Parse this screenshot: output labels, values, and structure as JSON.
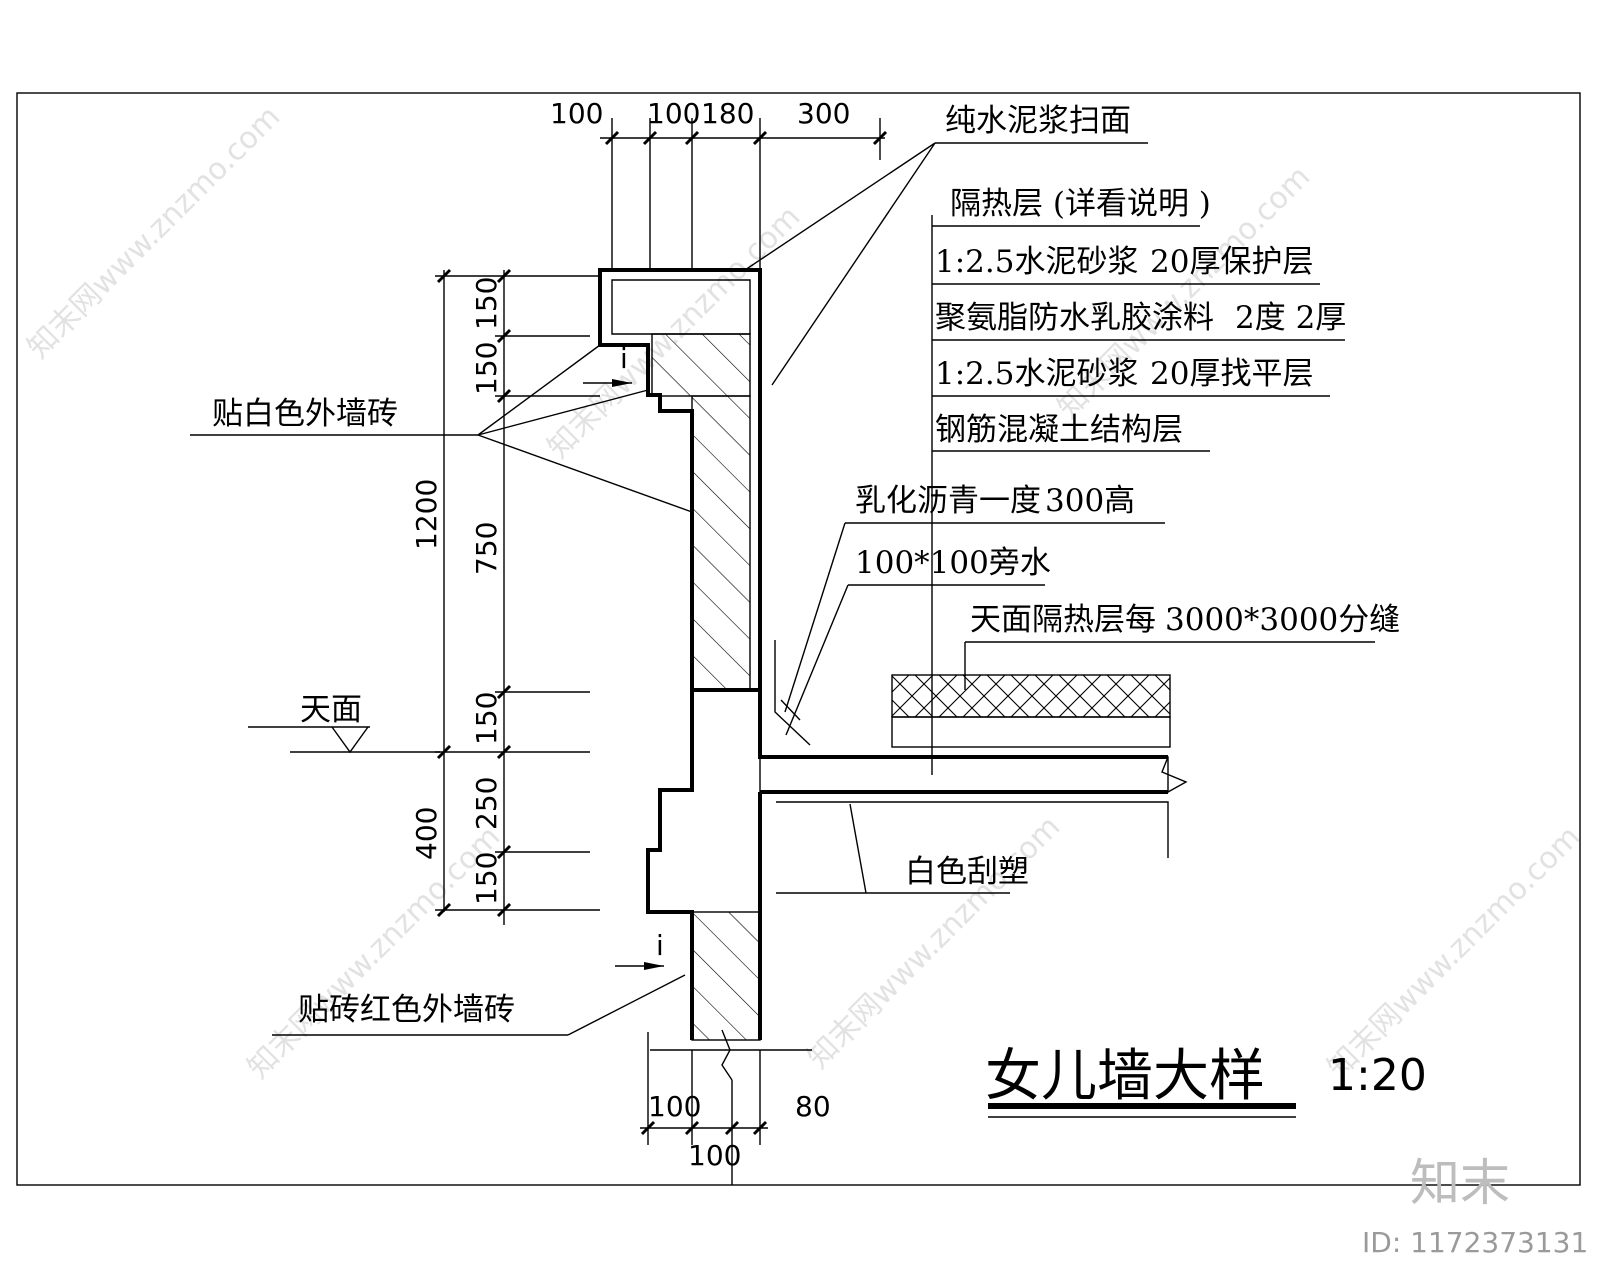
{
  "drawing": {
    "title": "女儿墙大样",
    "scale": "1:20",
    "dimensions_top": [
      "100",
      "100",
      "180",
      "300"
    ],
    "dimensions_left_outer": [
      "1200",
      "400"
    ],
    "dimensions_left_inner": [
      "150",
      "150",
      "750",
      "150",
      "250",
      "150"
    ],
    "dimensions_bottom": [
      "100",
      "80",
      "100"
    ],
    "section_mark": "i",
    "level_label": "天面",
    "labels": {
      "cement_face": "纯水泥浆扫面",
      "insulation_layer": "隔热层 (详看说明 )",
      "white_tile": "贴白色外墙砖",
      "red_tile": "贴砖红色外墙砖",
      "white_plaster": "白色刮塑",
      "asphalt": "乳化沥青一度",
      "asphalt_height": "300高",
      "side_water": "100*100旁水",
      "roof_joint": "天面隔热层每",
      "roof_joint_size": "3000*3000分缝"
    },
    "layers": [
      {
        "a": "1:2.5水泥砂浆",
        "b": "20厚保护层"
      },
      {
        "a": "聚氨脂防水乳胶涂料",
        "b": "2度 2厚"
      },
      {
        "a": "1:2.5水泥砂浆",
        "b": "20厚找平层"
      },
      {
        "a": "钢筋混凝土结构层",
        "b": ""
      }
    ]
  },
  "watermark": {
    "brand": "知末",
    "id": "ID: 1172373131",
    "site": "知末网www.znzmo.com"
  }
}
